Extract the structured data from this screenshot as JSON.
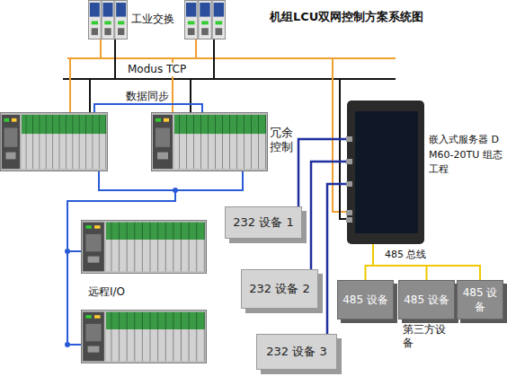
{
  "diagram": {
    "title": "机组LCU双网控制方案系统图",
    "nodes": [
      {
        "text": [
          "嵌入式服务器 DM60-20TU 组态工程"
        ]
      },
      {
        "text": [
          "232 设备 1"
        ]
      },
      {
        "text": [
          "232 设备 2"
        ]
      },
      {
        "text": [
          "232 设备 3"
        ]
      },
      {
        "text": [
          "485 设备"
        ]
      },
      {
        "text": [
          "485 设备"
        ]
      },
      {
        "text": [
          "485 设备"
        ]
      }
    ],
    "edges": [
      {
        "from": 0,
        "to": 1,
        "arrow": "none"
      },
      {
        "from": 0,
        "to": 2,
        "arrow": "none"
      },
      {
        "from": 0,
        "to": 3,
        "arrow": "none"
      },
      {
        "from": 0,
        "to": 4,
        "arrow": "none"
      },
      {
        "from": 0,
        "to": 5,
        "arrow": "none"
      },
      {
        "from": 0,
        "to": 6,
        "arrow": "none"
      }
    ],
    "labels": [
      "工业交换",
      "Modus TCP",
      "数据同步",
      "冗余 控制",
      "远程I/O",
      "485 总线",
      "第三方设备"
    ]
  }
}
